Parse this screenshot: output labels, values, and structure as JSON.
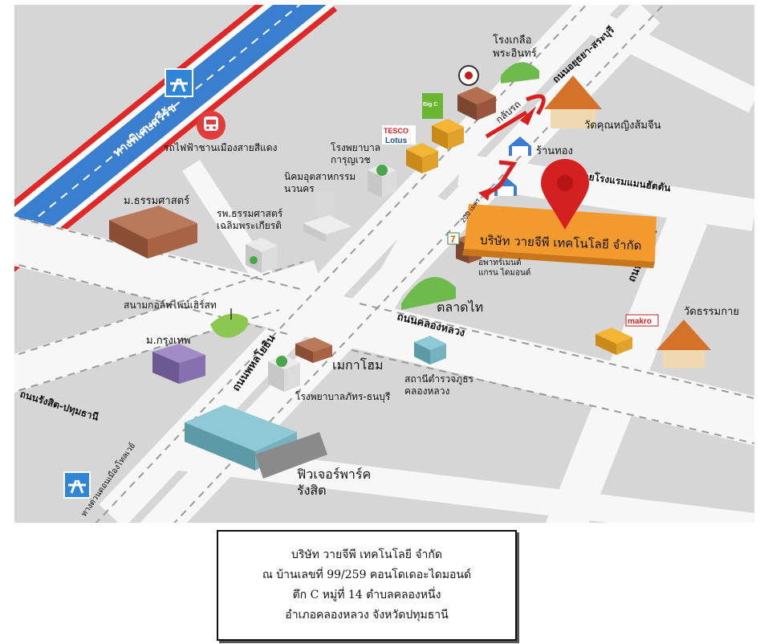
{
  "map": {
    "roads": {
      "tollway": "ทางพิเศษศรีรัช",
      "ayutthaya_saraburi": "ถนนอยุธยา-สระบุรี",
      "klong_luang": "ถนนคลองหลวง",
      "phahonyothin": "ถนนพหลโยธิน",
      "rangsit_pathum": "ถนนรังสิต-ปทุมธานี",
      "klong_haeng": "ถนนคลองแง",
      "soi": "ซอยโรงแรมแมนฮัตตัน",
      "expressway": "ทางด่วนดอนเมืองโทลเวย์"
    },
    "u_turn": "กลับรถ",
    "distance": "200 เมตร",
    "company_label": "บริษัท วายจีพี เทคโนโลยี จำกัด",
    "landmarks": {
      "salt_factory": "โรงเกลือ\nพระอินทร์",
      "temple_khun_ying": "วัดคุณหญิงส้มจีน",
      "gold_shop": "ร้านทอง",
      "hospital_karunyavej": "โรงพยาบาล\nการุญเวช",
      "industrial_estate": "นิคมอุตสาหกรรม\nนวนคร",
      "red_line_train": "รถไฟฟ้าชานเมืองสายสีแดง",
      "thammasat_univ": "ม.ธรรมศาสตร์",
      "thammasat_hospital": "รพ.ธรรมศาสตร์\nเฉลิมพระเกียรติ",
      "golf_course": "สนามกอล์ฟไพน์เฮิร์สท",
      "bangkok_univ": "ม.กรุงเทพ",
      "megahome": "เมกาโฮม",
      "hospital_phatara": "โรงพยาบาลภัทร-ธนบุรี",
      "future_park": "ฟิวเจอร์พาร์ค\nรังสิต",
      "market_thai": "ตลาดไท",
      "police_station": "สถานีตำรวจภูธร\nคลองหลวง",
      "temple_thammakai": "วัดธรรมกาย",
      "apartment": "อพาทร์เมนต์\nแกรน ไดมอนด์"
    },
    "brands": {
      "tesco_1": "TESCO",
      "tesco_2": "Lotus",
      "big_c": "Big C",
      "makro": "makro",
      "seven": "7"
    },
    "colors": {
      "ground": "#d6d6d6",
      "road": "#f5f5f5",
      "tollway_blue": "#3a7fcf",
      "tollway_red": "#e02828",
      "company_orange": "#f39a2e",
      "pin_red": "#d42020",
      "arrow_red": "#d81e1e"
    },
    "icons": [
      "expressway-sign-icon",
      "train-icon",
      "location-pin-icon",
      "hospital-icon",
      "temple-icon",
      "arrow-icon"
    ]
  },
  "address": {
    "line1": "บริษัท วายจีพี เทคโนโลยี จำกัด",
    "line2": "ณ บ้านเลขที่ 99/259 คอนโดเดอะไดมอนด์",
    "line3": "ตึก C หมู่ที่ 14 ตำบลคลองหนึ่ง",
    "line4": "อำเภอคลองหลวง จังหวัดปทุมธานี"
  }
}
